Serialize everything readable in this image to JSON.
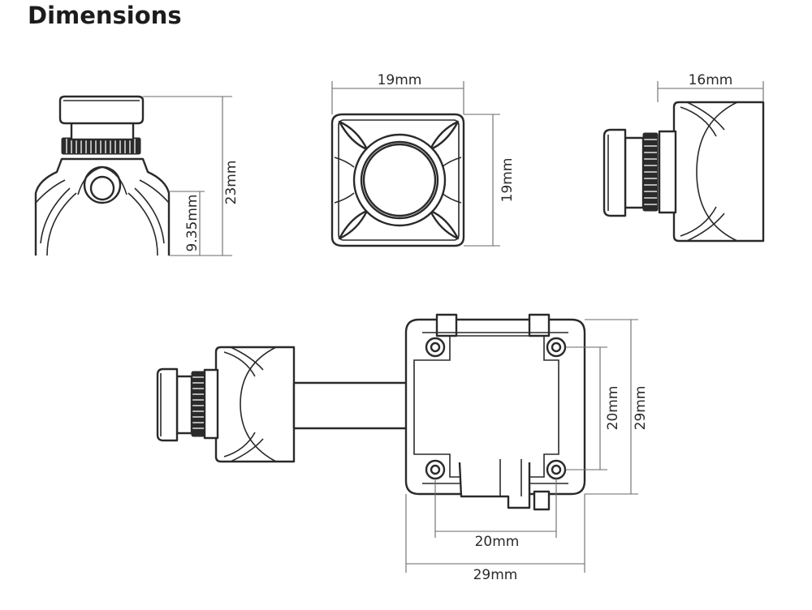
{
  "title": "Dimensions",
  "views": {
    "front_side": {
      "height": "23mm",
      "mount_height": "9.35mm"
    },
    "front": {
      "width": "19mm",
      "height": "19mm"
    },
    "side": {
      "width": "16mm"
    },
    "bottom": {
      "hole_spacing_vertical": "20mm",
      "board_height": "29mm",
      "hole_spacing_horizontal": "20mm",
      "board_width": "29mm"
    }
  }
}
